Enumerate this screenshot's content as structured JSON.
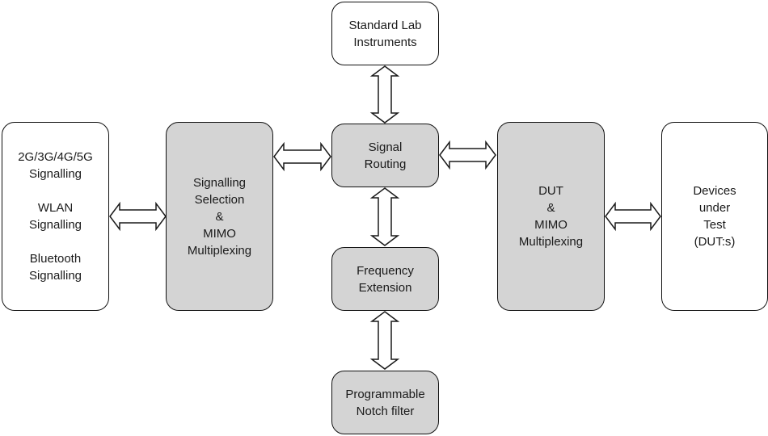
{
  "boxes": {
    "standard_lab": {
      "lines": [
        "Standard Lab",
        "Instruments"
      ]
    },
    "signal_routing": {
      "lines": [
        "Signal",
        "Routing"
      ]
    },
    "frequency_extension": {
      "lines": [
        "Frequency",
        "Extension"
      ]
    },
    "notch_filter": {
      "lines": [
        "Programmable",
        "Notch filter"
      ]
    },
    "signalling_types": {
      "groups": [
        [
          "2G/3G/4G/5G",
          "Signalling"
        ],
        [
          "WLAN",
          "Signalling"
        ],
        [
          "Bluetooth",
          "Signalling"
        ]
      ]
    },
    "signalling_selection": {
      "lines": [
        "Signalling",
        "Selection",
        "&",
        "MIMO",
        "Multiplexing"
      ]
    },
    "dut_mimo": {
      "lines": [
        "DUT",
        "&",
        "MIMO",
        "Multiplexing"
      ]
    },
    "devices": {
      "lines": [
        "Devices",
        "under",
        "Test",
        "(DUT:s)"
      ]
    }
  },
  "colors": {
    "block_fill": "#d4d4d4",
    "terminal_fill": "#ffffff",
    "outline": "#111111"
  }
}
